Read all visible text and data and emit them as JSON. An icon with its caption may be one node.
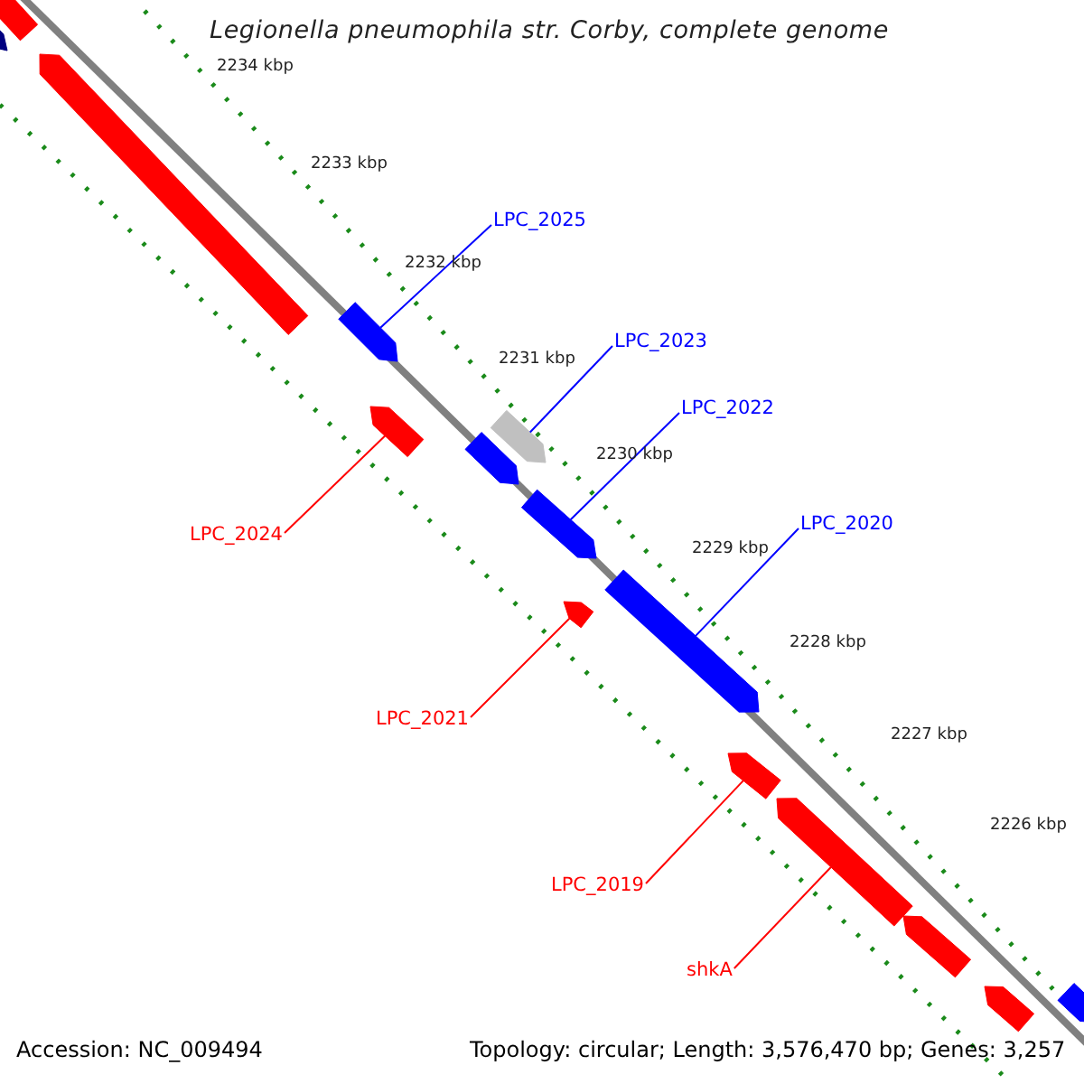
{
  "diagram": {
    "title": "Legionella pneumophila str. Corby, complete genome",
    "nodes": [
      {
        "text": [
          "LPC_2025"
        ]
      },
      {
        "text": [
          "LPC_2023"
        ]
      },
      {
        "text": [
          "LPC_2022"
        ]
      },
      {
        "text": [
          "LPC_2024"
        ]
      },
      {
        "text": [
          "LPC_2020"
        ]
      },
      {
        "text": [
          "LPC_2021"
        ]
      },
      {
        "text": [
          "LPC_2019"
        ]
      },
      {
        "text": [
          "shkA"
        ]
      },
      {
        "text": [],
        "shape": "arrow"
      },
      {
        "text": [],
        "shape": "arrow"
      },
      {
        "text": [],
        "shape": "arrow"
      },
      {
        "text": [],
        "shape": "arrow"
      },
      {
        "text": [],
        "shape": "arrow"
      },
      {
        "text": [],
        "shape": "arrow"
      },
      {
        "text": [],
        "shape": "arrow"
      },
      {
        "text": [],
        "shape": "arrow"
      },
      {
        "text": [],
        "shape": "arrow"
      },
      {
        "text": [],
        "shape": "arrow"
      },
      {
        "text": [],
        "shape": "arrow"
      },
      {
        "text": [],
        "shape": "arrow"
      },
      {
        "text": [],
        "shape": "arrow"
      },
      {
        "text": [],
        "shape": "arrow"
      },
      {
        "text": [],
        "shape": "arrow"
      }
    ],
    "edges": [
      {
        "from": 0,
        "to": 11,
        "arrow": "none"
      },
      {
        "from": 1,
        "to": 14,
        "arrow": "none"
      },
      {
        "from": 2,
        "to": 15,
        "arrow": "none"
      },
      {
        "from": 3,
        "to": 12,
        "arrow": "none",
        "color": "#ff0000"
      },
      {
        "from": 4,
        "to": 17,
        "arrow": "none"
      },
      {
        "from": 5,
        "to": 16,
        "arrow": "none",
        "color": "#ff0000"
      },
      {
        "from": 6,
        "to": 18,
        "arrow": "none",
        "color": "#ff0000"
      },
      {
        "from": 7,
        "to": 19,
        "arrow": "none",
        "color": "#ff0000"
      }
    ],
    "labels": [
      "2234 kbp",
      "2233 kbp",
      "2232 kbp",
      "2231 kbp",
      "2230 kbp",
      "2229 kbp",
      "2228 kbp",
      "2227 kbp",
      "2226 kbp",
      "Accession: NC_009494",
      "Topology: circular; Length: 3,576,470 bp; Genes: 3,257"
    ]
  }
}
